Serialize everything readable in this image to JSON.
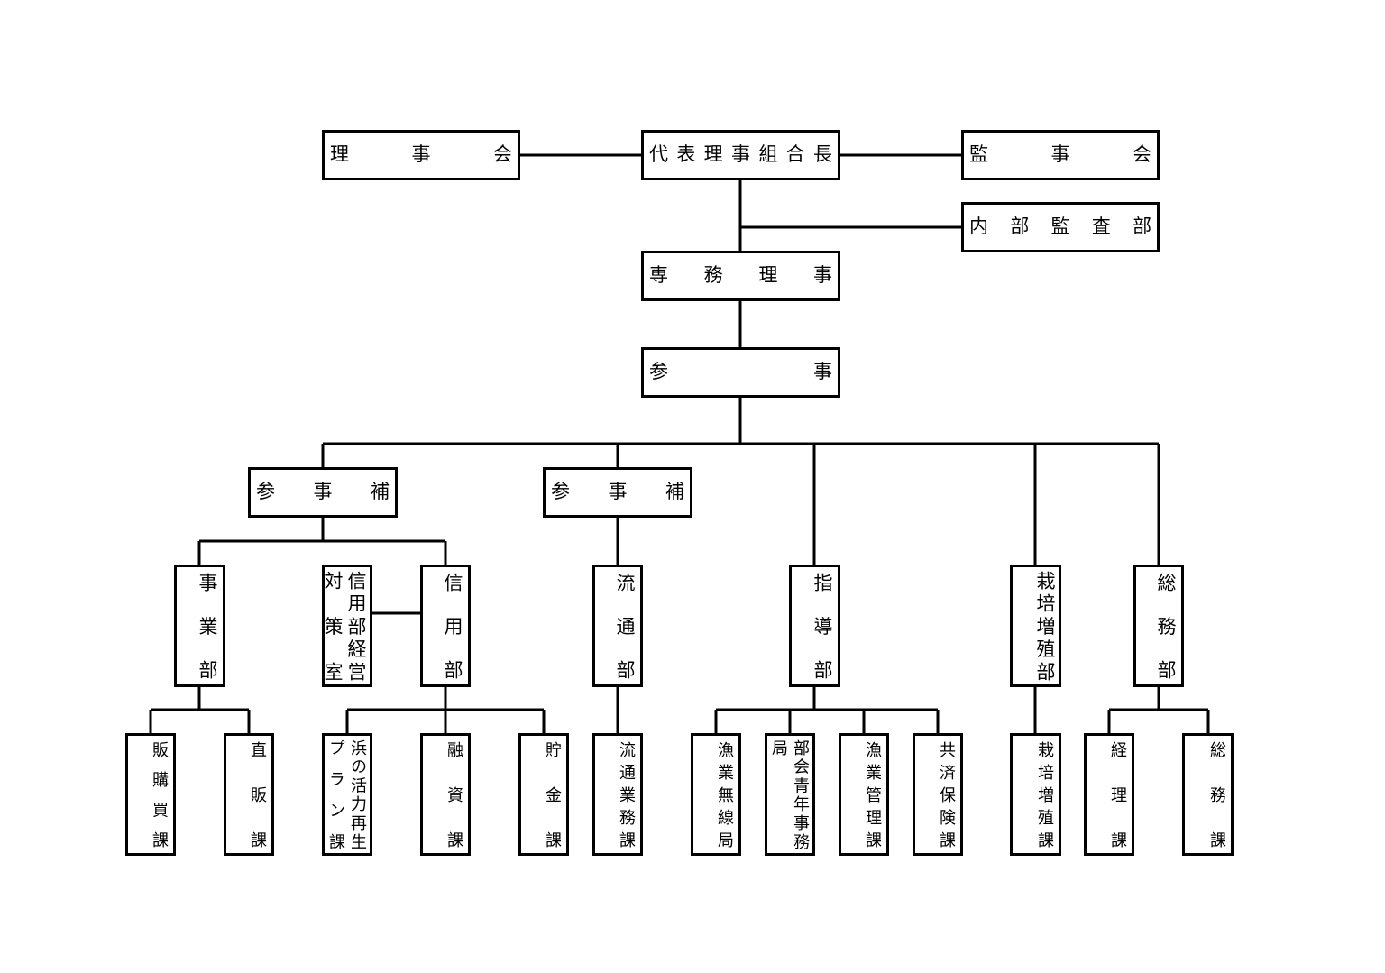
{
  "top": {
    "board": "理事会",
    "president": "代表理事組合長",
    "auditors": "監事会",
    "internal_audit": "内部監査部",
    "managing_director": "専務理事",
    "councilor": "参事"
  },
  "assistants": [
    "参事補",
    "参事補"
  ],
  "departments": {
    "business": "事業部",
    "credit_strategy": "信用部経営対策室",
    "credit": "信用部",
    "distribution": "流通部",
    "guidance": "指導部",
    "aquaculture": "栽培増殖部",
    "general_affairs": "総務部"
  },
  "sections": {
    "purchasing_sales": "販購買課",
    "direct_sales": "直販課",
    "revitalization_plan": "浜の活力再生プラン課",
    "financing": "融資課",
    "savings": "貯金課",
    "distribution_ops": "流通業務課",
    "fishery_radio": "漁業無線局",
    "youth_office": "部会青年事務局",
    "fishery_management": "漁業管理課",
    "mutual_insurance": "共済保険課",
    "aquaculture_section": "栽培増殖課",
    "accounting": "経理課",
    "general_affairs_section": "総務課"
  }
}
